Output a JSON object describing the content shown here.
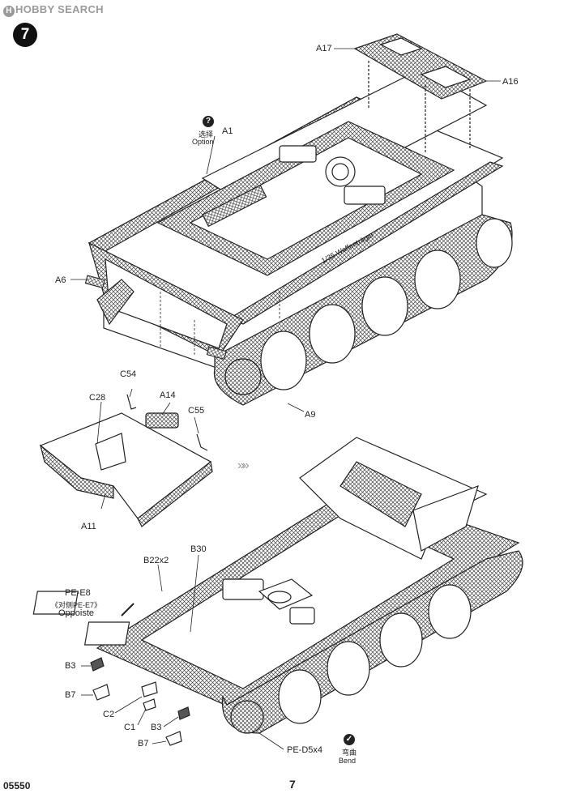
{
  "watermark": "HOBBY SEARCH",
  "step_number": "7",
  "footer": {
    "product_code": "05550",
    "page_number": "7"
  },
  "option_note": {
    "chinese": "选择",
    "english": "Option",
    "icon": "question-icon"
  },
  "bend_note": {
    "chinese": "弯曲",
    "english": "Bend",
    "icon": "bend-icon"
  },
  "hull_stencil": "1/35 Waffenträger",
  "labels": {
    "a17": "A17",
    "a16": "A16",
    "a1": "A1",
    "a6": "A6",
    "a9": "A9",
    "c54": "C54",
    "c28": "C28",
    "a14": "A14",
    "c55": "C55",
    "a11": "A11",
    "b22x2": "B22x2",
    "b30": "B30",
    "pe_e8": "PE-E8",
    "pe_e7_cn": "《对侧PE-E7》",
    "opposite": "Oppoiste",
    "b3_top": "B3",
    "b7_top": "B7",
    "c2": "C2",
    "c1": "C1",
    "b3_bottom": "B3",
    "b7_bottom": "B7",
    "pe_d5x4": "PE-D5x4"
  }
}
